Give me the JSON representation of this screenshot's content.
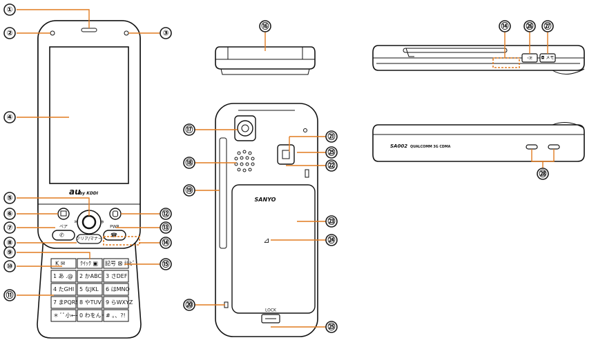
{
  "callouts": [
    {
      "num": "①"
    },
    {
      "num": "②"
    },
    {
      "num": "③"
    },
    {
      "num": "④"
    },
    {
      "num": "⑤"
    },
    {
      "num": "⑥"
    },
    {
      "num": "⑦"
    },
    {
      "num": "⑧"
    },
    {
      "num": "⑨"
    },
    {
      "num": "⑩"
    },
    {
      "num": "⑪"
    },
    {
      "num": "⑫"
    },
    {
      "num": "⑬"
    },
    {
      "num": "⑭"
    },
    {
      "num": "⑮"
    },
    {
      "num": "⑯"
    },
    {
      "num": "⑰"
    },
    {
      "num": "⑱"
    },
    {
      "num": "⑲"
    },
    {
      "num": "⑳"
    },
    {
      "num": "㉑"
    },
    {
      "num": "㉒"
    },
    {
      "num": "㉓"
    },
    {
      "num": "㉔"
    },
    {
      "num": "㉕"
    },
    {
      "num": "㉕"
    },
    {
      "num": "⑭"
    },
    {
      "num": "㉖"
    },
    {
      "num": "㉗"
    },
    {
      "num": "㉘"
    }
  ],
  "phone_front": {
    "brand_au": "au",
    "brand_kddi": "by KDDI",
    "label_pea": "ペア",
    "label_clear": "クリア/マナー",
    "label_pwr": "PWR",
    "top_keys": [
      "K ✉",
      "ｸｲｯｸ ▣",
      "記号 ⊠ ﾃﾚﾋﾞ"
    ],
    "keys": [
      [
        "1 あ .@",
        "2 かABC",
        "3 さDEF"
      ],
      [
        "4 たGHI",
        "5 なJKL",
        "6 はMNO"
      ],
      [
        "7 まPQRS",
        "8 やTUV",
        "9 らWXYZ"
      ],
      [
        "＊ ﾞﾟ小←→",
        "0 わをんー",
        "# 。、?!"
      ]
    ]
  },
  "phone_back": {
    "brand": "SANYO",
    "lock_label": "LOCK"
  },
  "phone_bottom": {
    "model": "SA002",
    "cdma": "QUALCOMM 3G CDMA"
  },
  "phone_side": {
    "btn1_label": "◁ᴇ",
    "btn2_label": "◘ メモ"
  }
}
